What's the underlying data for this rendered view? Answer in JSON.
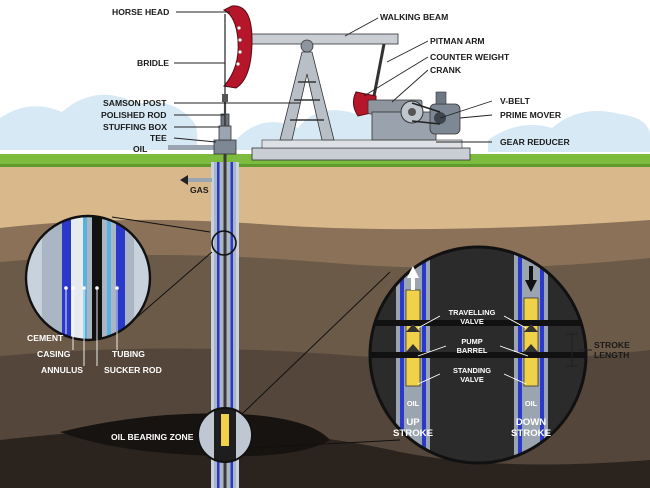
{
  "colors": {
    "sky": "#ffffff",
    "cloud": "#d6e9f5",
    "grass": "#7dbb3f",
    "soil_top": "#d9b98c",
    "soil_mid": "#6b5a48",
    "soil_deep": "#3c3228",
    "pipe": "#aab6c4",
    "tubing": "#2a39c9",
    "head_red": "#b5162a",
    "yellow": "#f2d14a"
  },
  "icons": [
    "pump-jack-icon",
    "magnifier-callout-icon",
    "arrow-up-icon",
    "arrow-down-icon",
    "check-valve-icon"
  ],
  "labels": {
    "horse_head": "HORSE HEAD",
    "walking_beam": "WALKING BEAM",
    "bridle": "BRIDLE",
    "pitman_arm": "PITMAN ARM",
    "counter_weight": "COUNTER WEIGHT",
    "crank": "CRANK",
    "samson_post": "SAMSON POST",
    "polished_rod": "POLISHED ROD",
    "stuffing_box": "STUFFING BOX",
    "tee": "TEE",
    "oil": "OIL",
    "v_belt": "V-BELT",
    "prime_mover": "PRIME MOVER",
    "gear_reducer": "GEAR REDUCER",
    "gas": "GAS",
    "cement": "CEMENT",
    "casing": "CASING",
    "annulus": "ANNULUS",
    "tubing": "TUBING",
    "sucker_rod": "SUCKER ROD",
    "oil_bearing_zone": "OIL BEARING ZONE"
  },
  "pump_detail": {
    "travelling_valve_l1": "TRAVELLING",
    "travelling_valve_l2": "VALVE",
    "pump_barrel_l1": "PUMP",
    "pump_barrel_l2": "BARREL",
    "standing_valve_l1": "STANDING",
    "standing_valve_l2": "VALVE",
    "oil_left": "OIL",
    "oil_right": "OIL",
    "up_l1": "UP",
    "up_l2": "STROKE",
    "down_l1": "DOWN",
    "down_l2": "STROKE",
    "stroke_length_l1": "STROKE",
    "stroke_length_l2": "LENGTH"
  }
}
